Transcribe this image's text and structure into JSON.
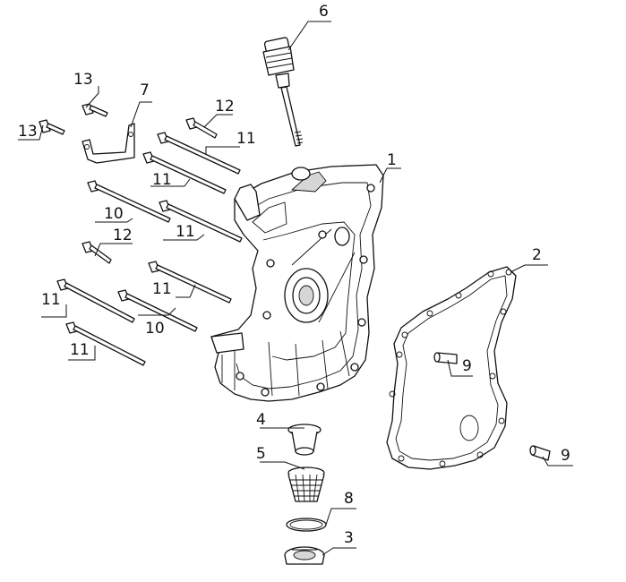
{
  "diagram": {
    "callouts": [
      {
        "id": "c6",
        "text": "6"
      },
      {
        "id": "c1",
        "text": "1"
      },
      {
        "id": "c2",
        "text": "2"
      },
      {
        "id": "c3",
        "text": "3"
      },
      {
        "id": "c4",
        "text": "4"
      },
      {
        "id": "c5",
        "text": "5"
      },
      {
        "id": "c7",
        "text": "7"
      },
      {
        "id": "c8",
        "text": "8"
      },
      {
        "id": "c9a",
        "text": "9"
      },
      {
        "id": "c9b",
        "text": "9"
      },
      {
        "id": "c10a",
        "text": "10"
      },
      {
        "id": "c10b",
        "text": "10"
      },
      {
        "id": "c11a",
        "text": "11"
      },
      {
        "id": "c11b",
        "text": "11"
      },
      {
        "id": "c11c",
        "text": "11"
      },
      {
        "id": "c11d",
        "text": "11"
      },
      {
        "id": "c11e",
        "text": "11"
      },
      {
        "id": "c11f",
        "text": "11"
      },
      {
        "id": "c12a",
        "text": "12"
      },
      {
        "id": "c12b",
        "text": "12"
      },
      {
        "id": "c13a",
        "text": "13"
      },
      {
        "id": "c13b",
        "text": "13"
      }
    ]
  }
}
